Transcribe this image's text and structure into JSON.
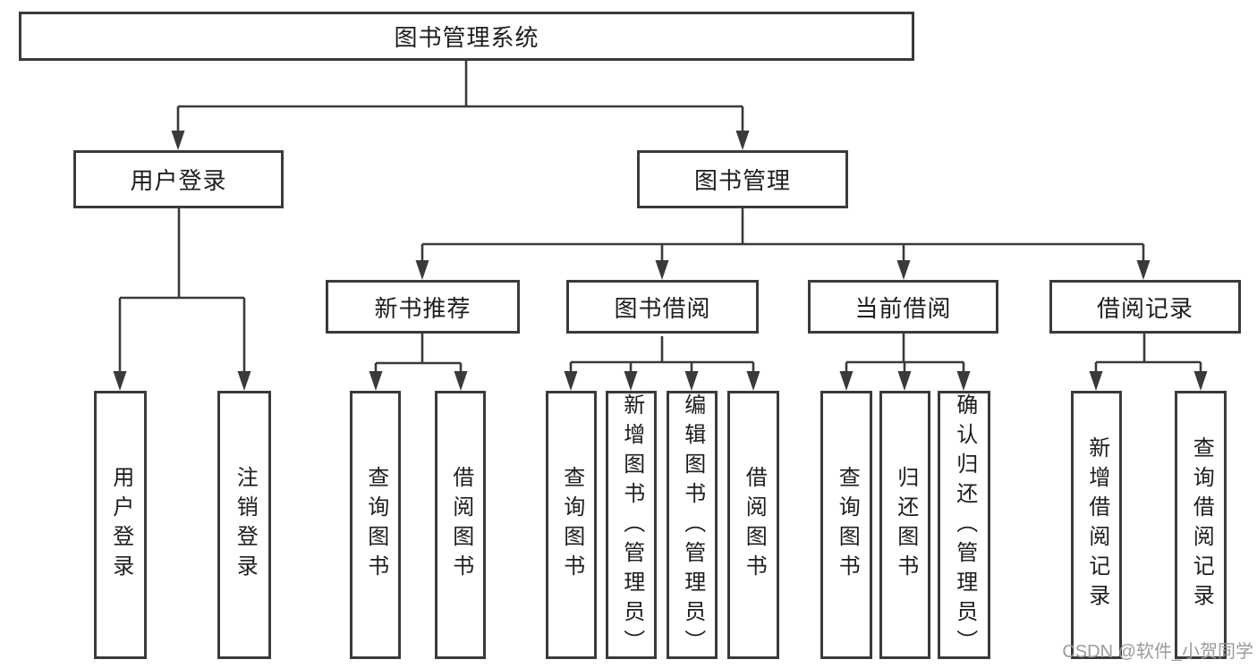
{
  "tree": {
    "root": "图书管理系统",
    "children": [
      {
        "label": "用户登录",
        "children": [
          {
            "label": "用户登录"
          },
          {
            "label": "注销登录"
          }
        ]
      },
      {
        "label": "图书管理",
        "children": [
          {
            "label": "新书推荐",
            "children": [
              {
                "label": "查询图书"
              },
              {
                "label": "借阅图书"
              }
            ]
          },
          {
            "label": "图书借阅",
            "children": [
              {
                "label": "查询图书"
              },
              {
                "label": "新增图书（管理员）"
              },
              {
                "label": "编辑图书（管理员）"
              },
              {
                "label": "借阅图书"
              }
            ]
          },
          {
            "label": "当前借阅",
            "children": [
              {
                "label": "查询图书"
              },
              {
                "label": "归还图书"
              },
              {
                "label": "确认归还（管理员）"
              }
            ]
          },
          {
            "label": "借阅记录",
            "children": [
              {
                "label": "新增借阅记录"
              },
              {
                "label": "查询借阅记录"
              }
            ]
          }
        ]
      }
    ]
  },
  "watermark": "CSDN @软件_小贺同学",
  "colors": {
    "line": "#3a3a3a",
    "text": "#1d1d1f",
    "watermark": "#9b9b9b",
    "background": "#ffffff"
  }
}
